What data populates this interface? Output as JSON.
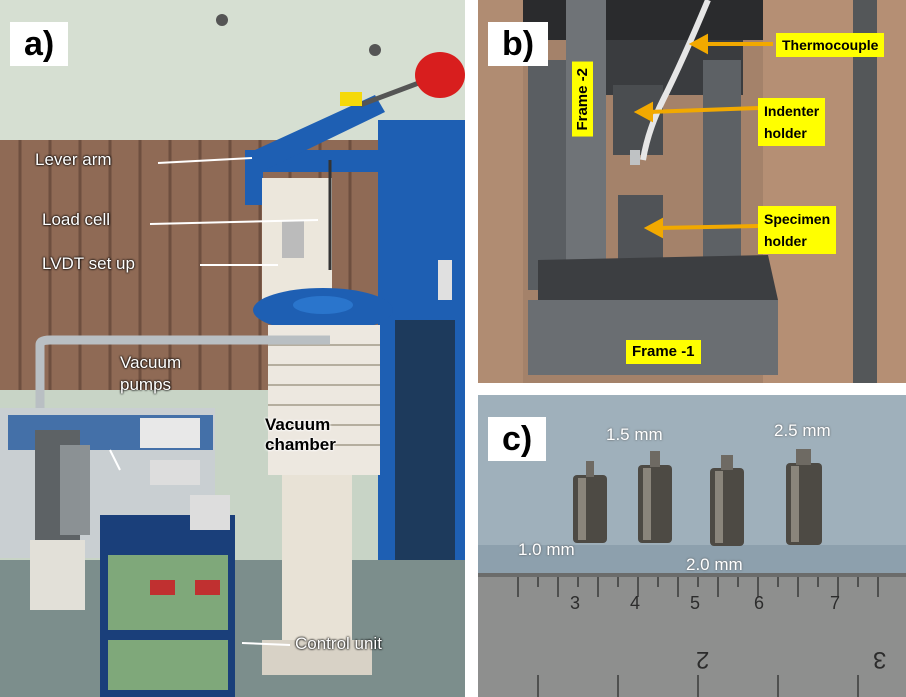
{
  "panel_a": {
    "label": "a)",
    "annotations": {
      "lever_arm": "Lever arm",
      "load_cell": "Load cell",
      "lvdt": "LVDT set up",
      "vacuum_pumps": "Vacuum\npumps",
      "vacuum_chamber": "Vacuum\nchamber",
      "control_unit": "Control unit"
    }
  },
  "panel_b": {
    "label": "b)",
    "annotations": {
      "thermocouple": "Thermocouple",
      "indenter_holder": "Indenter\nholder",
      "specimen_holder": "Specimen\nholder",
      "frame2": "Frame -2",
      "frame1": "Frame -1"
    }
  },
  "panel_c": {
    "label": "c)",
    "sizes": {
      "s15": "1.5 mm",
      "s25": "2.5 mm",
      "s10": "1.0 mm",
      "s20": "2.0 mm"
    },
    "ruler_top_digits": [
      "3",
      "4",
      "5",
      "6",
      "7"
    ],
    "ruler_bottom_digits": [
      "2",
      "3"
    ]
  },
  "colors": {
    "arrow_b": "#f2a900",
    "highlight": "#ffff00",
    "lab_wall": "#c9d7c9",
    "machine_blue": "#1e5fb3"
  }
}
